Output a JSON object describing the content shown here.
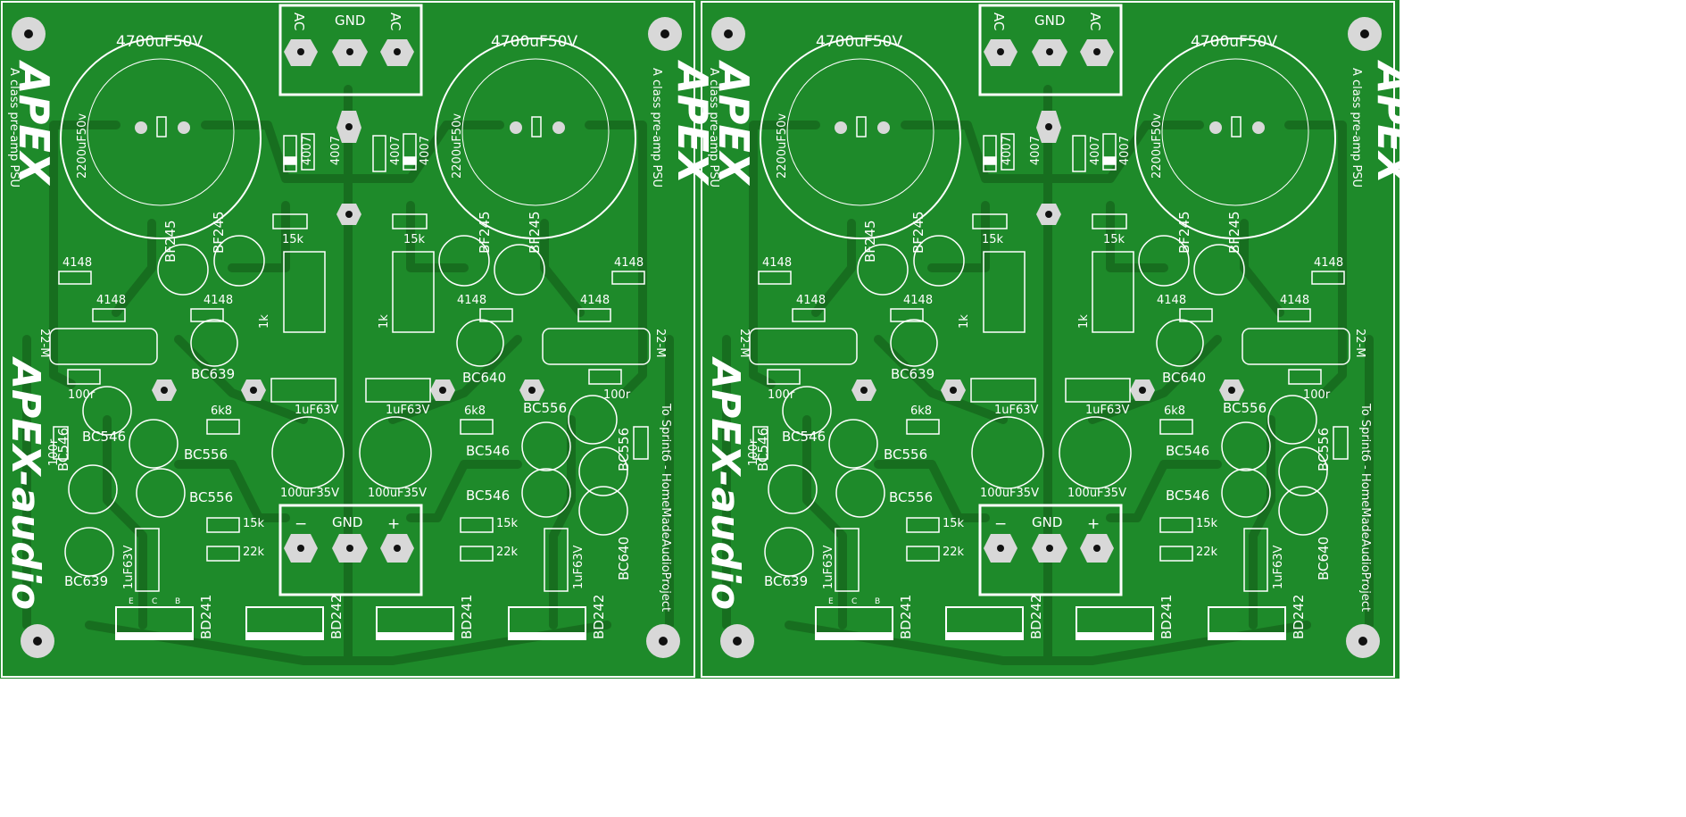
{
  "board": {
    "colors": {
      "board": "#1e8a2a",
      "trace": "#176e1f",
      "silk": "#ffffff",
      "pad": "#d8d8d8",
      "hole": "#111111"
    },
    "caps_large": [
      "4700uF50V",
      "4700uF50V"
    ],
    "caps_mid": [
      "2200uF50v",
      "2200uF50v"
    ],
    "ac_label": "AC",
    "gnd_label": "GND",
    "minus_label": "−",
    "plus_label": "+",
    "diode_4007": "4007",
    "diode_4148": "4148",
    "r15k": "15k",
    "r22k": "22k",
    "r1k": "1k",
    "r6k8": "6k8",
    "r100r": "100r",
    "r22m": "22-M",
    "bf245": "BF245",
    "bc639": "BC639",
    "bc640": "BC640",
    "bc546": "BC546",
    "bc556": "BC556",
    "cap_1uf": "1uF63V",
    "cap_100uf": "100uF35V",
    "bd241": "BD241",
    "bd242": "BD242",
    "pin_e": "E",
    "pin_c": "C",
    "pin_b": "B",
    "brand_apex": "APEX",
    "brand_audio": "APEX-audio",
    "subtitle": "A class pre-amp PSU",
    "side_note": "To Sprint6 - HomeMadeAudioProject"
  }
}
